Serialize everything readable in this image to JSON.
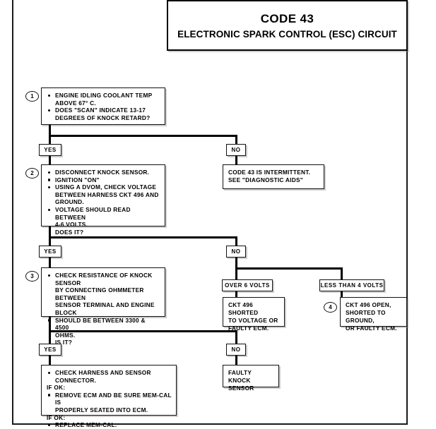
{
  "document": {
    "title_code": "CODE 43",
    "title_subtitle": "ELECTRONIC SPARK CONTROL (ESC) CIRCUIT"
  },
  "steps": {
    "step1": {
      "number": "1",
      "lines": [
        {
          "bullet": true,
          "text": "ENGINE IDLING COOLANT TEMP"
        },
        {
          "bullet": false,
          "text": "ABOVE 67° C."
        },
        {
          "bullet": true,
          "text": "DOES \"SCAN\" INDICATE 13-17"
        },
        {
          "bullet": false,
          "text": "DEGREES OF KNOCK RETARD?"
        }
      ]
    },
    "step2": {
      "number": "2",
      "lines": [
        {
          "bullet": true,
          "text": "DISCONNECT KNOCK SENSOR."
        },
        {
          "bullet": true,
          "text": "IGNITION \"ON\""
        },
        {
          "bullet": true,
          "text": "USING A DVOM, CHECK VOLTAGE"
        },
        {
          "bullet": false,
          "text": "BETWEEN HARNESS CKT 496 AND"
        },
        {
          "bullet": false,
          "text": "GROUND."
        },
        {
          "bullet": true,
          "text": "VOLTAGE SHOULD READ BETWEEN"
        },
        {
          "bullet": false,
          "text": "4-6 VOLTS."
        },
        {
          "bullet": false,
          "text": "DOES IT?"
        }
      ]
    },
    "step3": {
      "number": "3",
      "lines": [
        {
          "bullet": true,
          "text": "CHECK RESISTANCE OF KNOCK SENSOR"
        },
        {
          "bullet": false,
          "text": "BY CONNECTING OHMMETER BETWEEN"
        },
        {
          "bullet": false,
          "text": "SENSOR TERMINAL AND ENGINE BLOCK"
        },
        {
          "bullet": true,
          "text": "SHOULD BE BETWEEN 3300 & 4500"
        },
        {
          "bullet": false,
          "text": "OHMS."
        },
        {
          "bullet": false,
          "text": "IS IT?"
        }
      ]
    },
    "step4": {
      "number": "4"
    }
  },
  "branch_labels": {
    "yes_1": "YES",
    "no_1": "NO",
    "yes_2": "YES",
    "no_2": "NO",
    "yes_3": "YES",
    "no_3": "NO",
    "over_6_volts": "OVER 6 VOLTS",
    "less_than_4_volts": "LESS THAN 4 VOLTS"
  },
  "result_boxes": {
    "intermittent": {
      "lines": [
        "CODE 43 IS INTERMITTENT.",
        "SEE \"DIAGNOSTIC AIDS\""
      ]
    },
    "shorted_to_voltage": {
      "lines": [
        "CKT 496 SHORTED",
        "TO VOLTAGE OR",
        "FAULTY ECM."
      ]
    },
    "open_shorted_ground": {
      "lines": [
        "CKT 496 OPEN,",
        "SHORTED TO GROUND,",
        "OR FAULTY ECM."
      ]
    },
    "faulty_knock_sensor": {
      "lines": [
        "FAULTY KNOCK",
        "SENSOR"
      ]
    },
    "final_action": {
      "lines": [
        {
          "bullet": true,
          "text": "CHECK HARNESS AND SENSOR CONNECTOR."
        },
        {
          "bullet": false,
          "nopad": true,
          "text": "IF OK:"
        },
        {
          "bullet": true,
          "text": "REMOVE ECM AND BE SURE MEM-CAL IS"
        },
        {
          "bullet": false,
          "text": "PROPERLY SEATED INTO ECM."
        },
        {
          "bullet": false,
          "nopad": true,
          "text": "IF OK:"
        },
        {
          "bullet": true,
          "text": "REPLACE MEM-CAL."
        }
      ]
    }
  },
  "colors": {
    "line": "#000000",
    "border": "#111111",
    "background": "#ffffff"
  }
}
